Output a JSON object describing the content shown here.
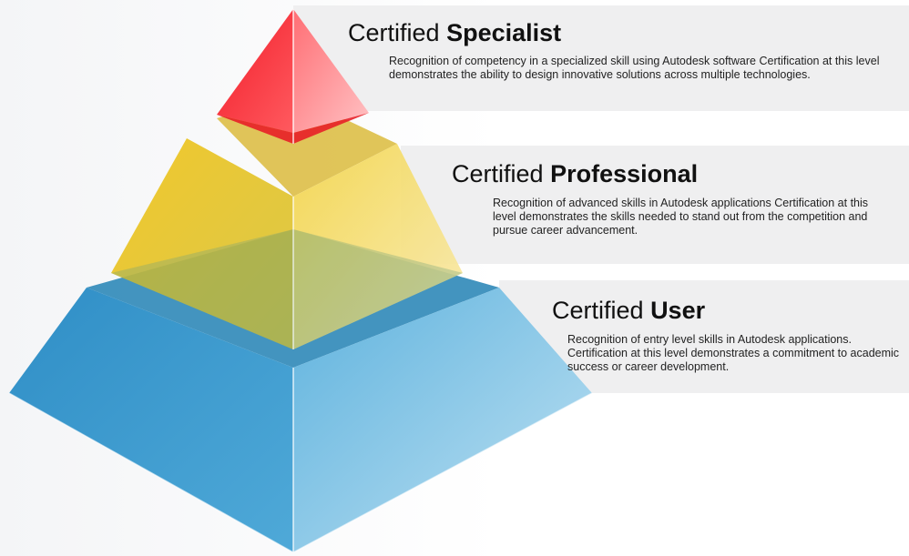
{
  "levels": [
    {
      "prefix": "Certified",
      "name": "Specialist",
      "description": "Recognition of competency in a specialized skill using Autodesk software Certification at this level demonstrates the ability to design innovative solutions across multiple technologies.",
      "color": "#e8262b"
    },
    {
      "prefix": "Certified",
      "name": "Professional",
      "description": "Recognition of advanced skills in Autodesk applications Certification at this level demonstrates the skills needed to stand out from the competition and pursue career advancement.",
      "color": "#f2d02c"
    },
    {
      "prefix": "Certified",
      "name": "User",
      "description": "Recognition of entry level skills in Autodesk applications. Certification at this level demonstrates a commitment to academic success or career development.",
      "color": "#3a9bd0"
    }
  ]
}
